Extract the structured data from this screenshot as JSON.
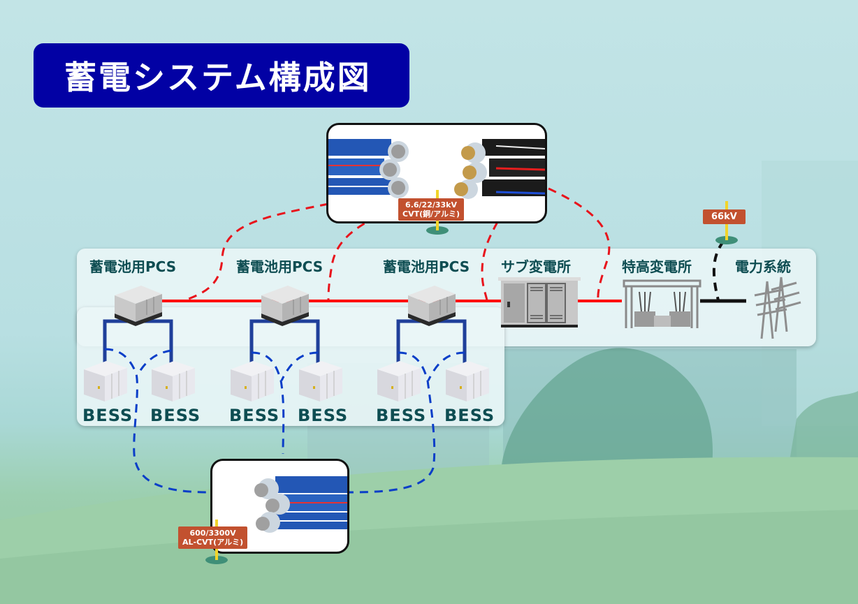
{
  "title": "蓄電システム構成図",
  "colors": {
    "title_bg": "#0201a4",
    "high_voltage_line": "#ff0000",
    "low_voltage_line": "#1f3f9a",
    "grid_line": "#111111",
    "tag_bg": "#c2512f",
    "label_text": "#0e4d52"
  },
  "top_row": {
    "pcs_units": [
      {
        "label": "蓄電池用PCS",
        "icon": "pcs-cabinet-icon"
      },
      {
        "label": "蓄電池用PCS",
        "icon": "pcs-cabinet-icon"
      },
      {
        "label": "蓄電池用PCS",
        "icon": "pcs-cabinet-icon"
      }
    ],
    "substation": {
      "label": "サブ変電所",
      "icon": "substation-cubicle-icon"
    },
    "extra_high_substation": {
      "label": "特高変電所",
      "icon": "transformer-station-icon"
    },
    "power_grid": {
      "label": "電力系統",
      "icon": "transmission-tower-icon"
    }
  },
  "bess_units": [
    {
      "label": "BESS"
    },
    {
      "label": "BESS"
    },
    {
      "label": "BESS"
    },
    {
      "label": "BESS"
    },
    {
      "label": "BESS"
    },
    {
      "label": "BESS"
    }
  ],
  "cables": {
    "high_voltage": {
      "line1": "6.6/22/33kV",
      "line2": "CVT(銅/アルミ)",
      "icon": "three-core-cable-icon"
    },
    "low_voltage": {
      "line1": "600/3300V",
      "line2": "AL-CVT(アルミ)",
      "icon": "three-core-cable-icon"
    },
    "grid": {
      "line1": "66kV"
    }
  }
}
